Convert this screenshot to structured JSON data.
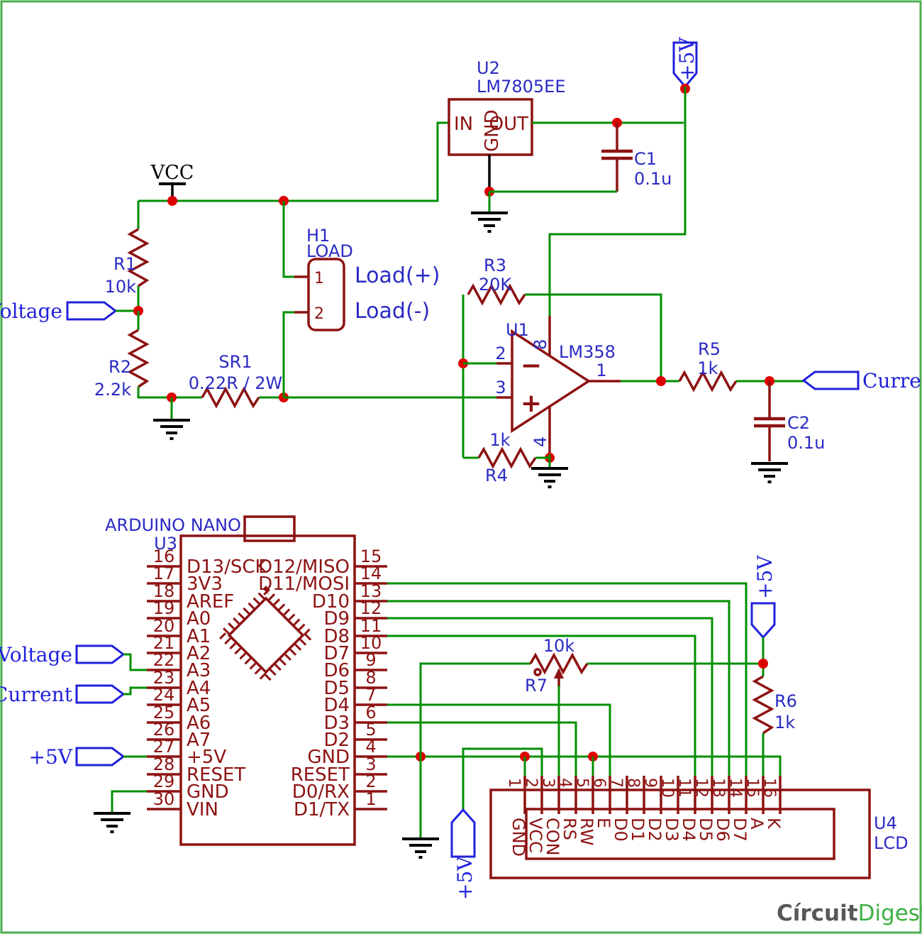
{
  "power": {
    "vcc_label": "VCC",
    "u2": {
      "ref": "U2",
      "value": "LM7805EE",
      "pin_in": "IN",
      "pin_gnd": "GND",
      "pin_out": "OUT"
    },
    "c1": {
      "ref": "C1",
      "value": "0.1u"
    },
    "flag_5v_top": "+5V"
  },
  "divider": {
    "voltage_flag": "Voltage",
    "r1": {
      "ref": "R1",
      "value": "10k"
    },
    "r2": {
      "ref": "R2",
      "value": "2.2k"
    }
  },
  "shunt": {
    "ref": "SR1",
    "value": "0.22R / 2W"
  },
  "load": {
    "ref": "H1",
    "name": "LOAD",
    "pin1": "1",
    "pin2": "2",
    "label_pos": "Load(+)",
    "label_neg": "Load(-)"
  },
  "amp": {
    "u1": {
      "ref": "U1",
      "part": "LM358",
      "pin_out": "1",
      "pin_inv": "2",
      "pin_noninv": "3",
      "pin_vplus": "8",
      "pin_gnd": "4",
      "minus": "−",
      "plus": "+"
    },
    "r3": {
      "ref": "R3",
      "value": "20K"
    },
    "r4": {
      "ref": "R4",
      "value": "1k"
    },
    "r5": {
      "ref": "R5",
      "value": "1k"
    },
    "c2": {
      "ref": "C2",
      "value": "0.1u"
    },
    "current_flag": "Current"
  },
  "mcu": {
    "title": "ARDUINO NANO",
    "ref": "U3",
    "left_pins": [
      {
        "num": "16",
        "label": "D13/SCK"
      },
      {
        "num": "17",
        "label": "3V3"
      },
      {
        "num": "18",
        "label": "AREF"
      },
      {
        "num": "19",
        "label": "A0"
      },
      {
        "num": "20",
        "label": "A1"
      },
      {
        "num": "21",
        "label": "A2"
      },
      {
        "num": "22",
        "label": "A3"
      },
      {
        "num": "23",
        "label": "A4"
      },
      {
        "num": "24",
        "label": "A5"
      },
      {
        "num": "25",
        "label": "A6"
      },
      {
        "num": "26",
        "label": "A7"
      },
      {
        "num": "27",
        "label": "+5V"
      },
      {
        "num": "28",
        "label": "RESET"
      },
      {
        "num": "29",
        "label": "GND"
      },
      {
        "num": "30",
        "label": "VIN"
      }
    ],
    "right_pins": [
      {
        "num": "15",
        "label": "D12/MISO"
      },
      {
        "num": "14",
        "label": "D11/MOSI"
      },
      {
        "num": "13",
        "label": "D10"
      },
      {
        "num": "12",
        "label": "D9"
      },
      {
        "num": "11",
        "label": "D8"
      },
      {
        "num": "10",
        "label": "D7"
      },
      {
        "num": "9",
        "label": "D6"
      },
      {
        "num": "8",
        "label": "D5"
      },
      {
        "num": "7",
        "label": "D4"
      },
      {
        "num": "6",
        "label": "D3"
      },
      {
        "num": "5",
        "label": "D2"
      },
      {
        "num": "4",
        "label": "GND"
      },
      {
        "num": "3",
        "label": "RESET"
      },
      {
        "num": "2",
        "label": "D0/RX"
      },
      {
        "num": "1",
        "label": "D1/TX"
      }
    ],
    "voltage_flag": "Voltage",
    "current_flag": "Current",
    "flag_5v": "+5V"
  },
  "pot": {
    "ref": "R7",
    "value": "10k"
  },
  "r6": {
    "ref": "R6",
    "value": "1k"
  },
  "flag_5v_right": "+5V",
  "flag_5v_lcd": "+5V",
  "lcd": {
    "ref": "U4",
    "name": "LCD",
    "pins": [
      {
        "num": "1",
        "label": "GND"
      },
      {
        "num": "2",
        "label": "VCC"
      },
      {
        "num": "3",
        "label": "CON"
      },
      {
        "num": "4",
        "label": "RS"
      },
      {
        "num": "5",
        "label": "RW"
      },
      {
        "num": "6",
        "label": "E"
      },
      {
        "num": "7",
        "label": "D0"
      },
      {
        "num": "8",
        "label": "D1"
      },
      {
        "num": "9",
        "label": "D2"
      },
      {
        "num": "10",
        "label": "D3"
      },
      {
        "num": "11",
        "label": "D4"
      },
      {
        "num": "12",
        "label": "D5"
      },
      {
        "num": "13",
        "label": "D6"
      },
      {
        "num": "14",
        "label": "D7"
      },
      {
        "num": "15",
        "label": "A"
      },
      {
        "num": "16",
        "label": "K"
      }
    ]
  },
  "logo": {
    "part1": "Círcuit",
    "part2": "Digest"
  },
  "colors": {
    "wire": "#008F00",
    "component": "#8D1212",
    "junction": "#DD0000",
    "label_blue": "#2A2AC4",
    "flag_blue": "#2121DC",
    "border_green": "#4CAF50",
    "logo_green": "#3CB043",
    "logo_gray": "#58585B"
  }
}
